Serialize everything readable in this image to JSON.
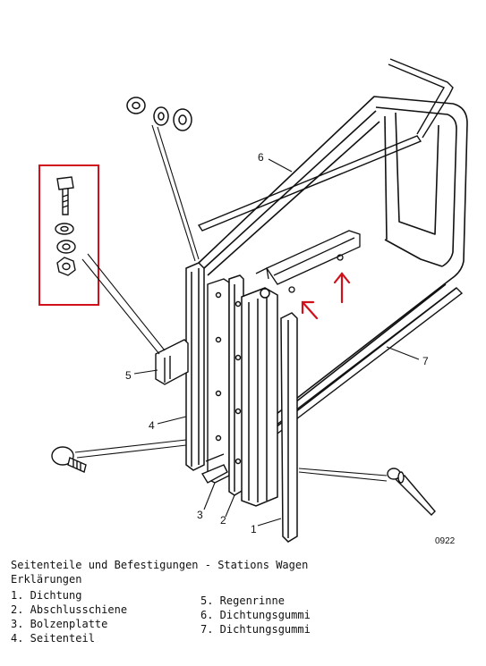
{
  "figure": {
    "number": "0922",
    "part_labels": [
      "1",
      "2",
      "3",
      "4",
      "5",
      "6",
      "7"
    ],
    "highlight_color": "#d0101a",
    "line_color": "#111111"
  },
  "caption": {
    "title": "Seitenteile und Befestigungen - Stations Wagen",
    "subtitle": "Erklärungen"
  },
  "legend": {
    "left": [
      "1. Dichtung",
      "2. Abschlusschiene",
      "3. Bolzenplatte",
      "4. Seitenteil"
    ],
    "right": [
      "5. Regenrinne",
      "6. Dichtungsgummi",
      "7. Dichtungsgummi"
    ]
  }
}
